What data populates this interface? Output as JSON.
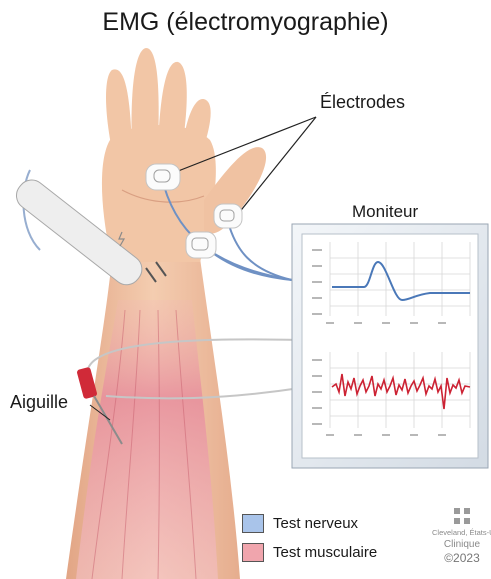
{
  "title": "EMG (électromyographie)",
  "labels": {
    "electrodes": "Électrodes",
    "monitor": "Moniteur",
    "needle": "Aiguille"
  },
  "legend": [
    {
      "label": "Test nerveux",
      "color": "#a9c4ea"
    },
    {
      "label": "Test musculaire",
      "color": "#f0a5ad"
    }
  ],
  "brand": {
    "name_line": "Cleveland, États-Unis",
    "clinic_line": "Clinique",
    "copyright": "©2023"
  },
  "colors": {
    "nerve_trace": "#4a78b8",
    "muscle_trace": "#cc2233",
    "skin": "#f0c3a1",
    "muscle": "#e89aa4"
  },
  "icons": [
    "stimulator-probe-icon",
    "needle-icon",
    "brand-logo-icon"
  ]
}
